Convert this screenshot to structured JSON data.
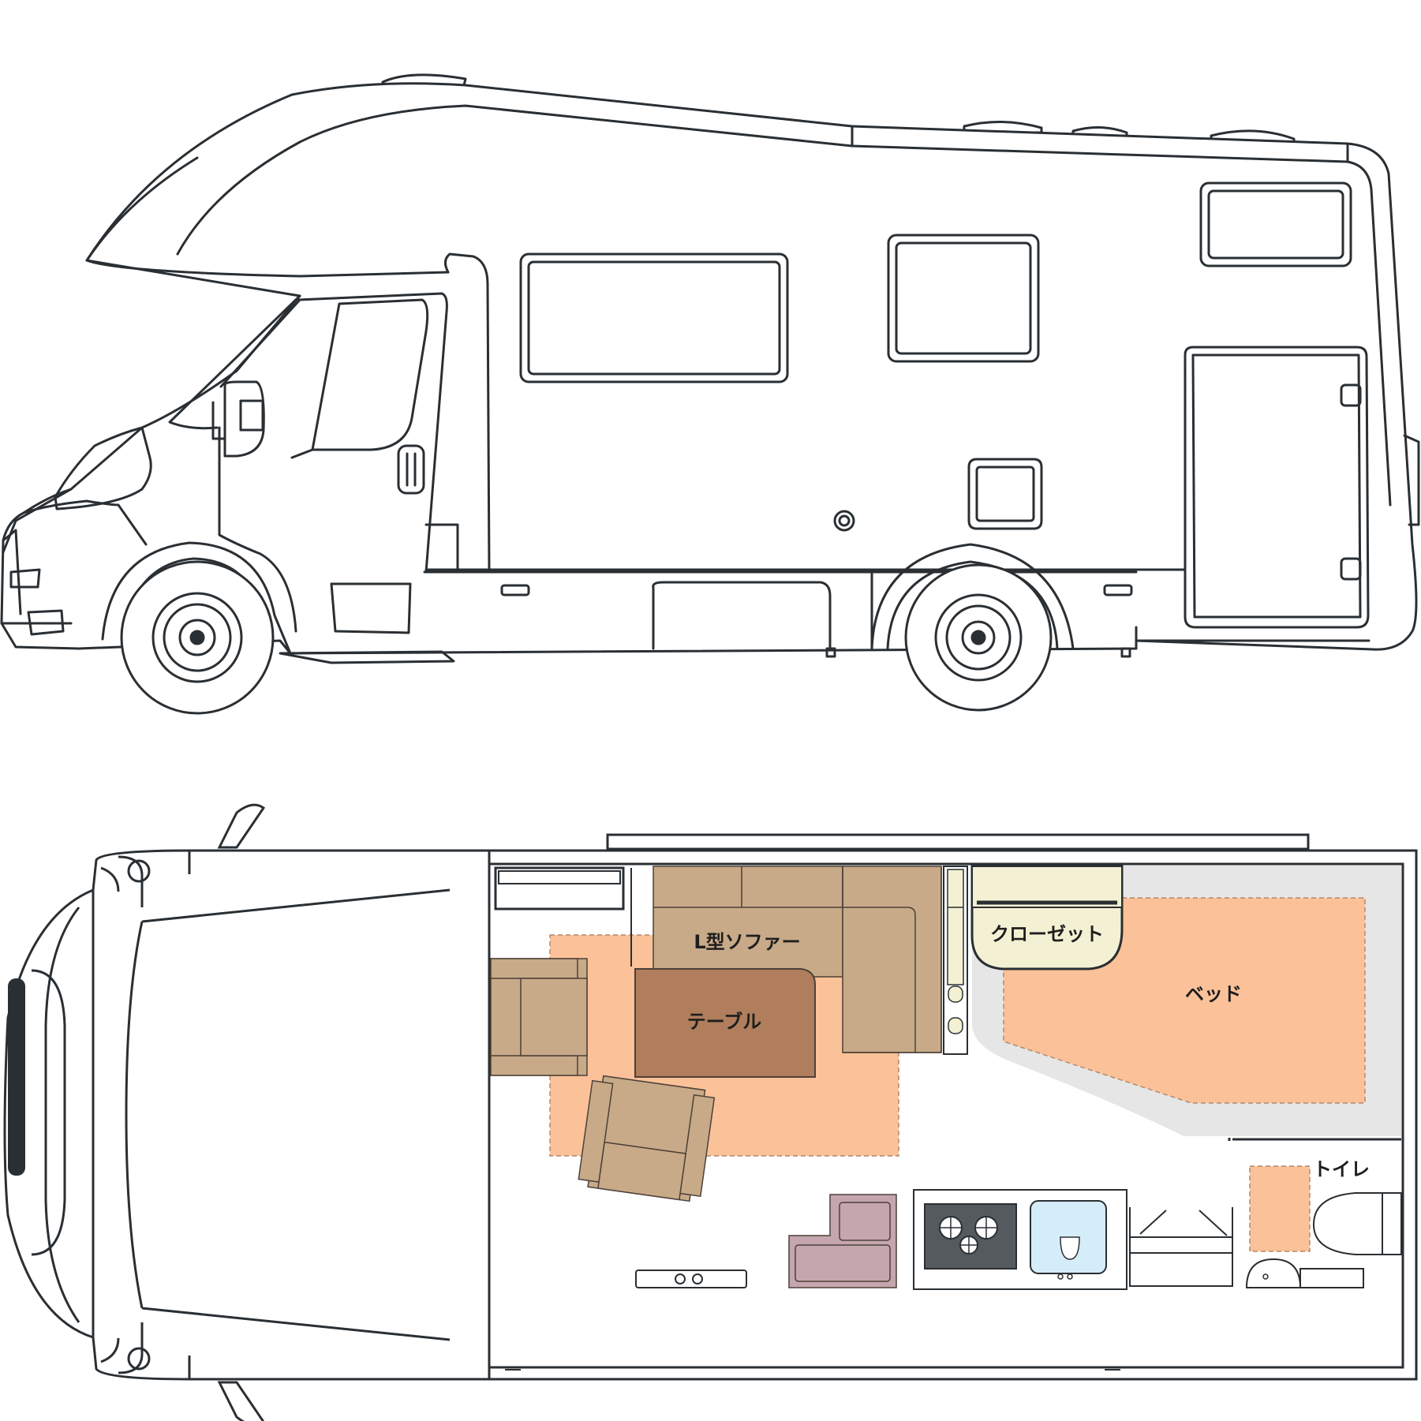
{
  "labels": {
    "sofa": "L型ソファー",
    "table": "テーブル",
    "closet": "クローゼット",
    "bed": "ベッド",
    "toilet": "トイレ"
  },
  "colors": {
    "outline": "#2a2f33",
    "bed_zone": "#fbc198",
    "seat": "#c8aa88",
    "table": "#b07e5c",
    "closet": "#f4f0d3",
    "gray_area": "#e6e6e6",
    "sink": "#d5ecf9",
    "pink": "#c6a6ae",
    "stove": "#555a5e"
  }
}
